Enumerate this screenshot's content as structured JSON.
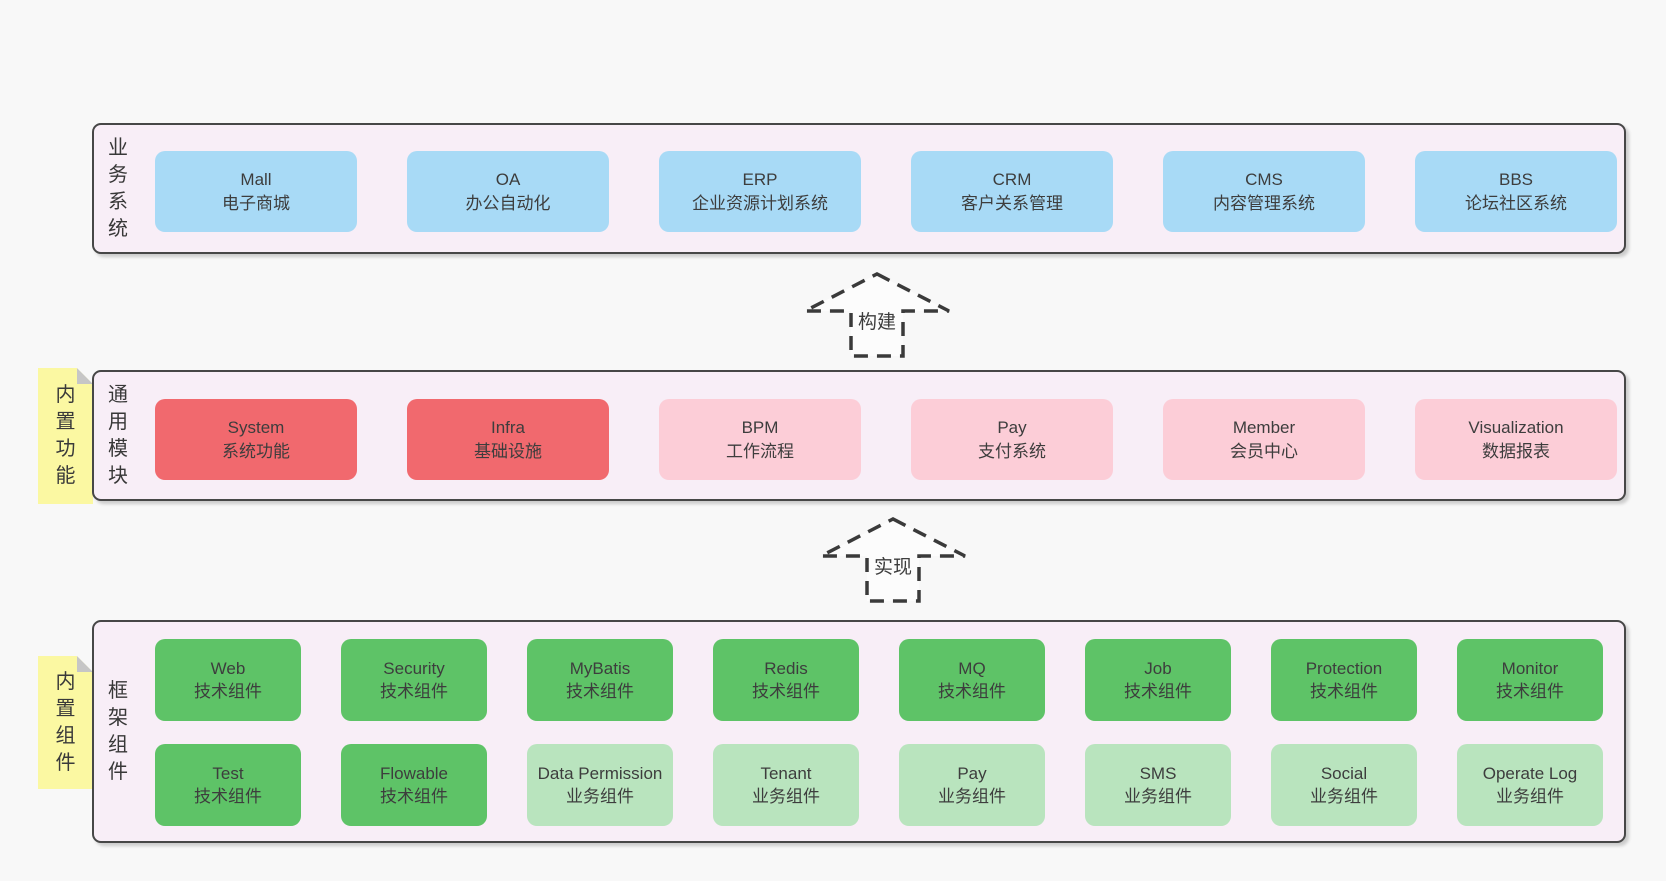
{
  "colors": {
    "page_bg": "#f8f8f8",
    "panel_bg": "#f8eef7",
    "panel_border": "#474747",
    "box_blue": "#a8daf6",
    "box_red": "#f1696e",
    "box_pink": "#fccdd7",
    "box_green": "#5ec367",
    "box_green_light": "#b9e4be",
    "sticky_yellow": "#fbf8a2",
    "sticky_fold": "#c6c6c6",
    "text": "#3d3d3d"
  },
  "arrows": {
    "build": "构建",
    "implement": "实现"
  },
  "stickies": {
    "features": "内\n置\n功\n能",
    "components": "内\n置\n组\n件"
  },
  "layers": {
    "business": {
      "side_label": "业\n务\n系\n统",
      "boxes": [
        {
          "title": "Mall",
          "subtitle": "电子商城"
        },
        {
          "title": "OA",
          "subtitle": "办公自动化"
        },
        {
          "title": "ERP",
          "subtitle": "企业资源计划系统"
        },
        {
          "title": "CRM",
          "subtitle": "客户关系管理"
        },
        {
          "title": "CMS",
          "subtitle": "内容管理系统"
        },
        {
          "title": "BBS",
          "subtitle": "论坛社区系统"
        }
      ]
    },
    "modules": {
      "side_label": "通\n用\n模\n块",
      "boxes": [
        {
          "title": "System",
          "subtitle": "系统功能"
        },
        {
          "title": "Infra",
          "subtitle": "基础设施"
        },
        {
          "title": "BPM",
          "subtitle": "工作流程"
        },
        {
          "title": "Pay",
          "subtitle": "支付系统"
        },
        {
          "title": "Member",
          "subtitle": "会员中心"
        },
        {
          "title": "Visualization",
          "subtitle": "数据报表"
        }
      ]
    },
    "components": {
      "side_label": "框\n架\n组\n件",
      "row1": [
        {
          "title": "Web",
          "subtitle": "技术组件"
        },
        {
          "title": "Security",
          "subtitle": "技术组件"
        },
        {
          "title": "MyBatis",
          "subtitle": "技术组件"
        },
        {
          "title": "Redis",
          "subtitle": "技术组件"
        },
        {
          "title": "MQ",
          "subtitle": "技术组件"
        },
        {
          "title": "Job",
          "subtitle": "技术组件"
        },
        {
          "title": "Protection",
          "subtitle": "技术组件"
        },
        {
          "title": "Monitor",
          "subtitle": "技术组件"
        }
      ],
      "row2": [
        {
          "title": "Test",
          "subtitle": "技术组件"
        },
        {
          "title": "Flowable",
          "subtitle": "技术组件"
        },
        {
          "title": "Data Permission",
          "subtitle": "业务组件"
        },
        {
          "title": "Tenant",
          "subtitle": "业务组件"
        },
        {
          "title": "Pay",
          "subtitle": "业务组件"
        },
        {
          "title": "SMS",
          "subtitle": "业务组件"
        },
        {
          "title": "Social",
          "subtitle": "业务组件"
        },
        {
          "title": "Operate Log",
          "subtitle": "业务组件"
        }
      ]
    }
  }
}
